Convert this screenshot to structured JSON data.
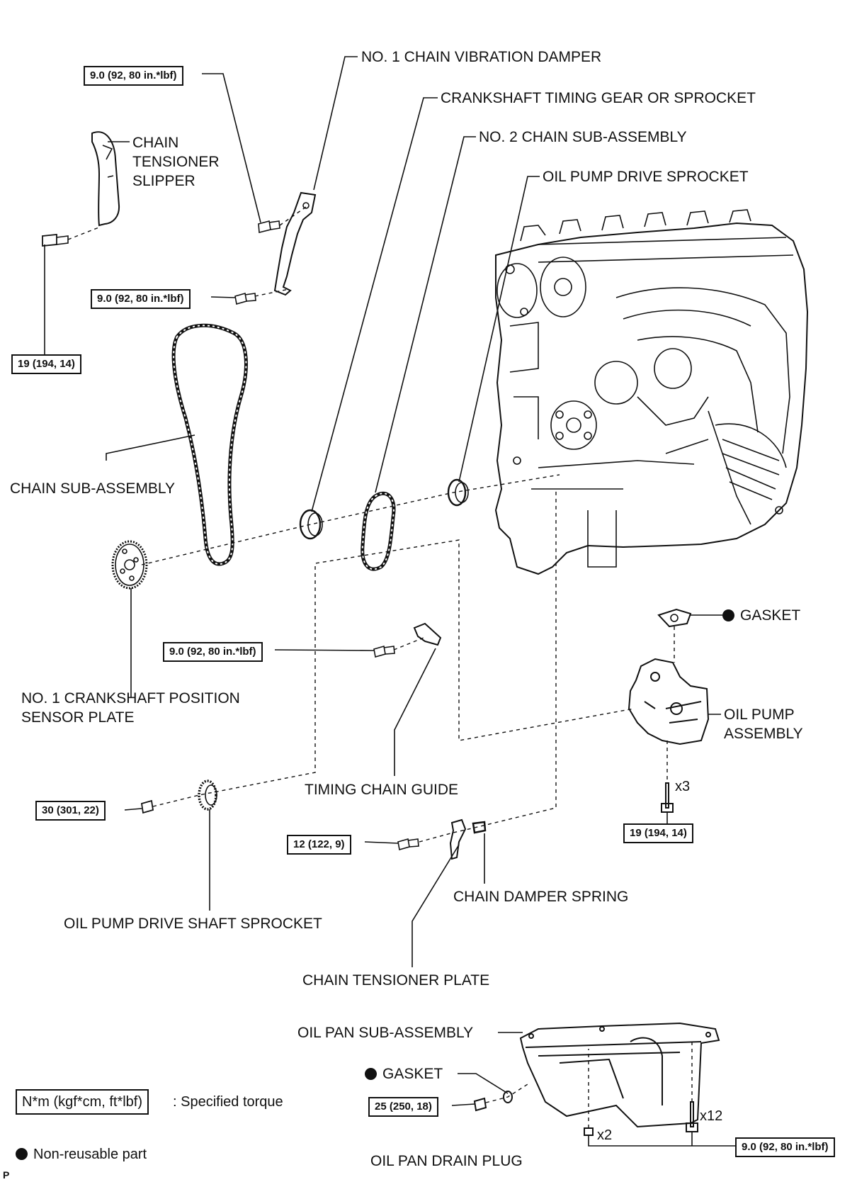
{
  "labels": {
    "no1_chain_vibration_damper": "NO. 1 CHAIN VIBRATION DAMPER",
    "crankshaft_timing_gear": "CRANKSHAFT TIMING GEAR OR SPROCKET",
    "no2_chain_sub_assembly": "NO. 2 CHAIN SUB-ASSEMBLY",
    "oil_pump_drive_sprocket": "OIL PUMP DRIVE SPROCKET",
    "chain_tensioner_slipper": "CHAIN TENSIONER SLIPPER",
    "chain_sub_assembly": "CHAIN SUB-ASSEMBLY",
    "no1_crankshaft_position_sensor_plate": "NO. 1 CRANKSHAFT POSITION SENSOR PLATE",
    "gasket_pump": "GASKET",
    "oil_pump_assembly": "OIL PUMP ASSEMBLY",
    "timing_chain_guide": "TIMING CHAIN GUIDE",
    "chain_damper_spring": "CHAIN DAMPER SPRING",
    "oil_pump_drive_shaft_sprocket": "OIL PUMP DRIVE SHAFT SPROCKET",
    "chain_tensioner_plate": "CHAIN TENSIONER PLATE",
    "oil_pan_sub_assembly": "OIL PAN SUB-ASSEMBLY",
    "gasket_drain": "GASKET",
    "oil_pan_drain_plug": "OIL PAN DRAIN PLUG"
  },
  "torques": {
    "damper_top": "9.0 (92, 80 in.*lbf)",
    "damper_bottom": "9.0 (92, 80 in.*lbf)",
    "slipper": "19 (194, 14)",
    "chain_guide": "9.0 (92, 80 in.*lbf)",
    "drive_shaft_sprocket": "30 (301, 22)",
    "tensioner_plate": "12 (122, 9)",
    "oil_pump": "19 (194, 14)",
    "drain_plug": "25 (250, 18)",
    "oil_pan": "9.0 (92, 80 in.*lbf)"
  },
  "counts": {
    "oil_pump_bolts": "x3",
    "oil_pan_nuts": "x2",
    "oil_pan_bolts": "x12"
  },
  "legend": {
    "torque_key": "N*m (kgf*cm, ft*lbf)",
    "torque_desc": ": Specified torque",
    "nonreusable": "Non-reusable part"
  },
  "corner_mark": "P"
}
